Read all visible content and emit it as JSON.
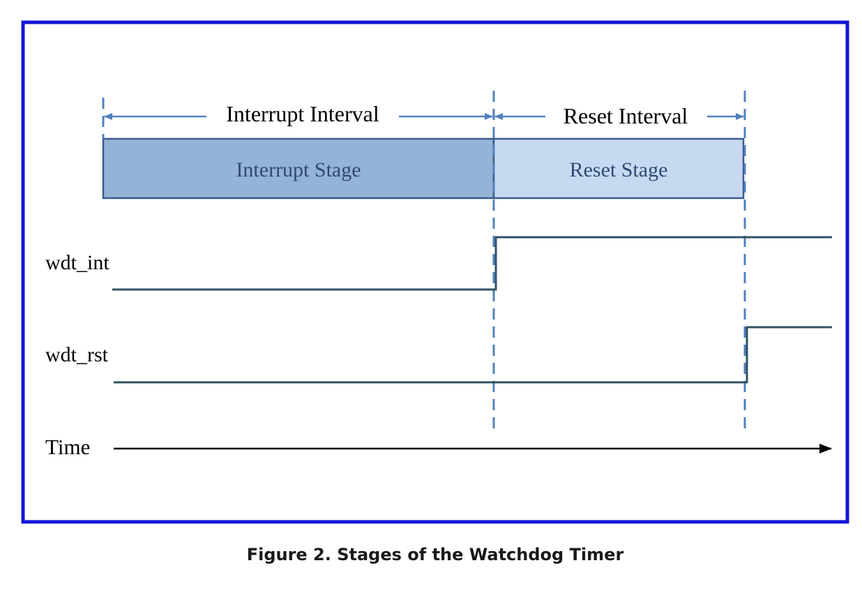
{
  "intervals": {
    "interrupt_interval": "Interrupt Interval",
    "reset_interval": "Reset Interval"
  },
  "stages": {
    "interrupt_stage": "Interrupt Stage",
    "reset_stage": "Reset Stage"
  },
  "signals": {
    "wdt_int": "wdt_int",
    "wdt_rst": "wdt_rst"
  },
  "time_label": "Time",
  "caption": "Figure 2. Stages of the Watchdog Timer",
  "colors": {
    "frame": "#1515d6",
    "guide": "#4f81bd",
    "interrupt_stage_fill": "#95b3d7",
    "reset_stage_fill": "#c6d9f1",
    "stage_border": "#3a5a8a",
    "stage_text": "#2f4a72",
    "signal": "#2f5362"
  }
}
